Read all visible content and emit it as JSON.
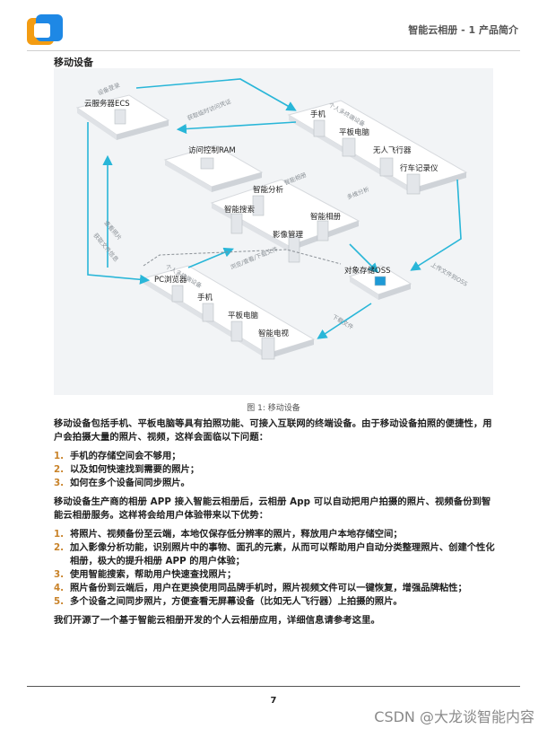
{
  "header": {
    "title": "智能云相册 - 1 产品简介"
  },
  "section_title": "移动设备",
  "diagram": {
    "nodes": {
      "ecs": "云服务器ECS",
      "ram": "访问控制RAM",
      "devices_top": "个人多终端设备",
      "phone": "手机",
      "tablet": "平板电脑",
      "drone": "无人飞行器",
      "dashcam": "行车记录仪",
      "smart_album": "智能相册",
      "smart_analysis": "智能分析",
      "smart_search": "智能搜索",
      "image_mgmt": "影像管理",
      "oss": "对象存储OSS",
      "pc_browser": "PC浏览器",
      "phone2": "手机",
      "tablet2": "平板电脑",
      "smart_tv": "智能电视",
      "devices_bottom": "个人多终端设备"
    },
    "arrows": {
      "device_login": "设备登录",
      "get_token": "获取临时访问凭证",
      "upload_files": "上传文件到OSS",
      "multi_analysis": "多维分析",
      "download": "下载文件",
      "view_photos": "查看照片",
      "get_file_info": "获取文件信息",
      "browse_download": "浏览/查看/下载文件"
    }
  },
  "figure_caption": "图 1: 移动设备",
  "intro": "移动设备包括手机、平板电脑等具有拍照功能、可接入互联网的终端设备。由于移动设备拍照的便捷性，用户会拍摄大量的照片、视频，这样会面临以下问题：",
  "problems": [
    "手机的存储空间会不够用；",
    "以及如何快速找到需要的照片；",
    "如何在多个设备间同步照片。"
  ],
  "solution_intro": "移动设备生产商的相册 APP 接入智能云相册后，云相册 App 可以自动把用户拍摄的照片、视频备份到智能云相册服务。这样将会给用户体验带来以下优势：",
  "benefits": [
    "将照片、视频备份至云端，本地仅保存低分辨率的照片，释放用户本地存储空间；",
    "加入影像分析功能，识别照片中的事物、面孔的元素，从而可以帮助用户自动分类整理照片、创建个性化相册，极大的提升相册 APP 的用户体验；",
    "使用智能搜索，帮助用户快速查找照片；",
    "照片备份到云端后，用户在更换使用同品牌手机时，照片视频文件可以一键恢复，增强品牌粘性；",
    "多个设备之间同步照片，方便查看无屏幕设备（比如无人飞行器）上拍摄的照片。"
  ],
  "closing": "我们开源了一个基于智能云相册开发的个人云相册应用，详细信息请参考这里。",
  "page_number": "7",
  "watermark": "CSDN @大龙谈智能内容",
  "colors": {
    "arrow": "#29b6d8",
    "platform": "#ffffff",
    "box": "#e9ebee",
    "orange": "#f39c12",
    "blue": "#1e88e5",
    "number": "#c9832a"
  }
}
